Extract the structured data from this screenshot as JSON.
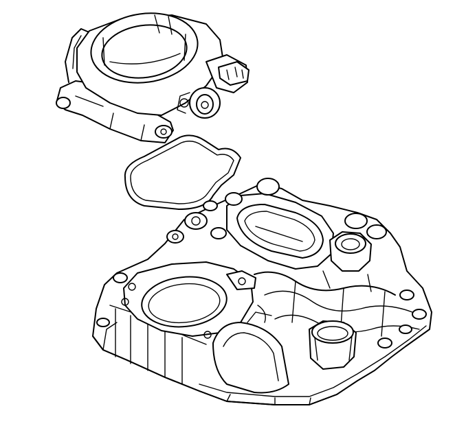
{
  "diagram": {
    "line_color": "#000000",
    "background_color": "#ffffff",
    "parts": [
      {
        "id": "throttle-body",
        "label": ""
      },
      {
        "id": "gasket",
        "label": ""
      },
      {
        "id": "intake-manifold",
        "label": ""
      }
    ]
  }
}
